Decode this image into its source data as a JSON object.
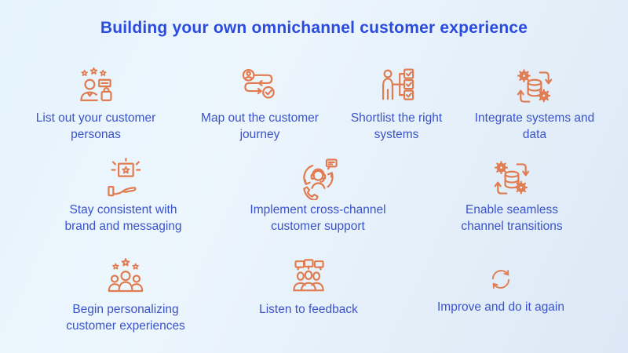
{
  "title": "Building your own omnichannel customer experience",
  "colors": {
    "title_blue": "#2b4be0",
    "label_blue": "#3a53cb",
    "icon_orange": "#e17b50",
    "background_light_blue": "#e5f3fc"
  },
  "items": [
    {
      "label": "List out your customer\npersonas",
      "icon": "customer-personas-icon"
    },
    {
      "label": "Map out the customer\njourney",
      "icon": "customer-journey-icon"
    },
    {
      "label": "Shortlist the right\nsystems",
      "icon": "shortlist-systems-icon"
    },
    {
      "label": "Integrate systems and\ndata",
      "icon": "integrate-systems-icon"
    },
    {
      "label": "Stay consistent with\nbrand and messaging",
      "icon": "brand-consistency-icon"
    },
    {
      "label": "Implement cross-channel\ncustomer support",
      "icon": "cross-channel-support-icon"
    },
    {
      "label": "Enable seamless\nchannel transitions",
      "icon": "channel-transitions-icon"
    },
    {
      "label": "Begin personalizing\ncustomer experiences",
      "icon": "personalization-icon"
    },
    {
      "label": "Listen to feedback",
      "icon": "feedback-icon"
    },
    {
      "label": "Improve and do it again",
      "icon": "repeat-icon"
    }
  ]
}
